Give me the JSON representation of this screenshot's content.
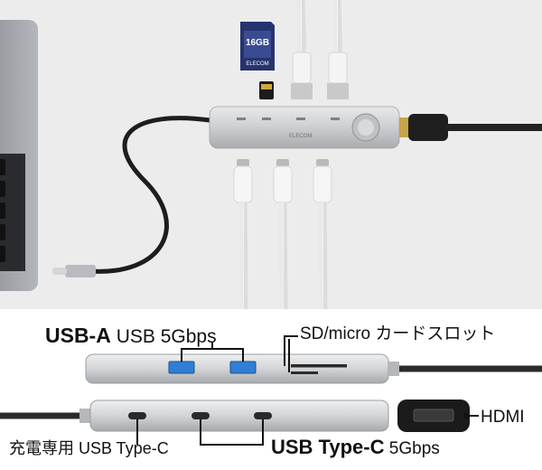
{
  "photo": {
    "sd_card_label": "16GB",
    "sd_card_brand": "ELECOM",
    "hub_brand": "ELECOM"
  },
  "diagram": {
    "usb_a_strong": "USB-A",
    "usb_a_rest": "USB 5Gbps",
    "sd_label": "SD/micro カードスロット",
    "hdmi_label": "HDMI",
    "pd_label": "充電専用 USB Type-C",
    "usb_c_strong": "USB Type-C",
    "usb_c_rest": "5Gbps"
  },
  "colors": {
    "background_photo": "#ececec",
    "hub_silver": "#c9cbcd",
    "usb_blue": "#2f7fd6",
    "cable_dark": "#222222"
  }
}
